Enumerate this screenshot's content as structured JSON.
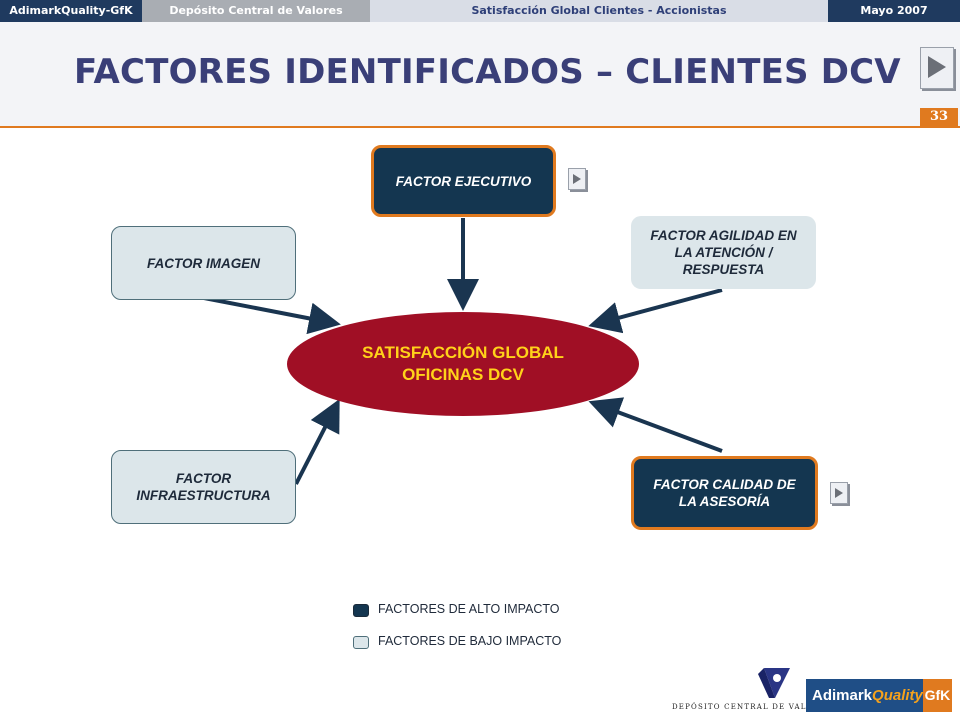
{
  "topbar": {
    "brand": "AdimarkQuality-GfK",
    "client": "Depósito Central de Valores",
    "study": "Satisfacción Global Clientes - Accionistas",
    "date": "Mayo 2007"
  },
  "header": {
    "title": "FACTORES IDENTIFICADOS – CLIENTES DCV",
    "page_number": "33"
  },
  "diagram": {
    "center": {
      "line1": "SATISFACCIÓN GLOBAL",
      "line2": "OFICINAS DCV"
    },
    "factors": {
      "ejecutivo": {
        "label": "FACTOR EJECUTIVO",
        "impact": "alto"
      },
      "imagen": {
        "label": "FACTOR IMAGEN",
        "impact": "bajo"
      },
      "agilidad": {
        "label": "FACTOR AGILIDAD EN LA ATENCIÓN / RESPUESTA",
        "impact": "bajo"
      },
      "infraestructura": {
        "label": "FACTOR INFRAESTRUCTURA",
        "impact": "bajo"
      },
      "calidad": {
        "label": "FACTOR CALIDAD DE LA ASESORÍA",
        "impact": "alto"
      }
    }
  },
  "legend": {
    "high": "FACTORES DE ALTO IMPACTO",
    "low": "FACTORES DE BAJO IMPACTO"
  },
  "logos": {
    "dcv": "DEPÓSITO CENTRAL DE VALORES",
    "gfk_adimark": "Adimark",
    "gfk_quality": "Quality",
    "gfk_tag": "GfK"
  },
  "colors": {
    "high_fill": "#143650",
    "high_border": "#e07a1f",
    "low_fill": "#dce6ea",
    "center_fill": "#a00f25",
    "center_text": "#ffd21a",
    "title": "#3a3f78",
    "accent": "#e07a1f"
  },
  "icons": {
    "next": "play-triangle-icon"
  }
}
